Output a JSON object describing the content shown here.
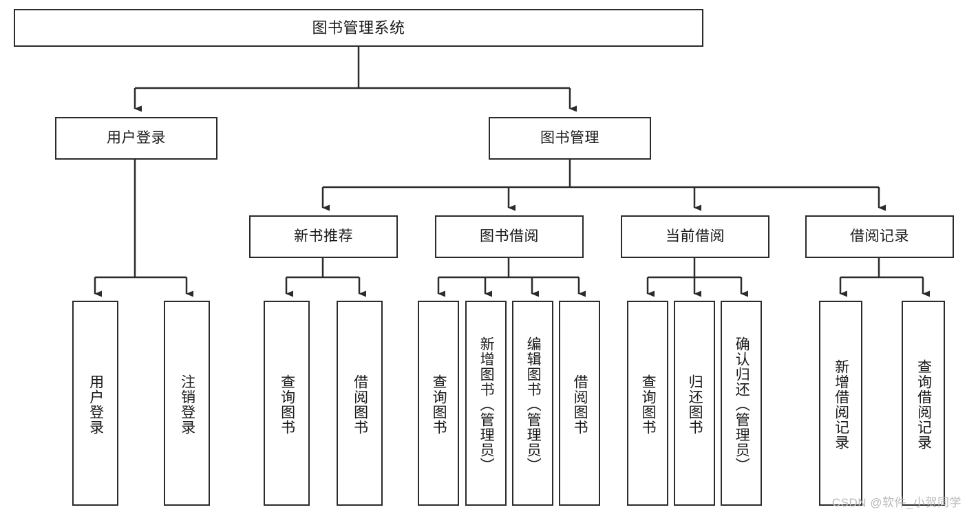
{
  "diagram": {
    "title": "图书管理系统",
    "type": "tree-hierarchy-diagram",
    "colors": {
      "box_border": "#2b2b2b",
      "box_fill": "#ffffff",
      "edge": "#2b2b2b",
      "text": "#1a1a1a",
      "watermark": "#b9b9b9",
      "background": "#ffffff"
    },
    "nodes": {
      "root": {
        "label": "图书管理系统"
      },
      "level2": [
        {
          "label": "用户登录"
        },
        {
          "label": "图书管理"
        }
      ],
      "level3": [
        {
          "label": "新书推荐"
        },
        {
          "label": "图书借阅"
        },
        {
          "label": "当前借阅"
        },
        {
          "label": "借阅记录"
        }
      ],
      "leaves": {
        "user_login": [
          {
            "label": "用户登录"
          },
          {
            "label": "注销登录"
          }
        ],
        "new_book_recommend": [
          {
            "label": "查询图书"
          },
          {
            "label": "借阅图书"
          }
        ],
        "book_borrow": [
          {
            "label": "查询图书"
          },
          {
            "label": "新增图书（管理员）"
          },
          {
            "label": "编辑图书（管理员）"
          },
          {
            "label": "借阅图书"
          }
        ],
        "current_borrow": [
          {
            "label": "查询图书"
          },
          {
            "label": "归还图书"
          },
          {
            "label": "确认归还（管理员）"
          }
        ],
        "borrow_record": [
          {
            "label": "新增借阅记录"
          },
          {
            "label": "查询借阅记录"
          }
        ]
      }
    },
    "watermark": "CSDN @软件_小贺同学"
  }
}
